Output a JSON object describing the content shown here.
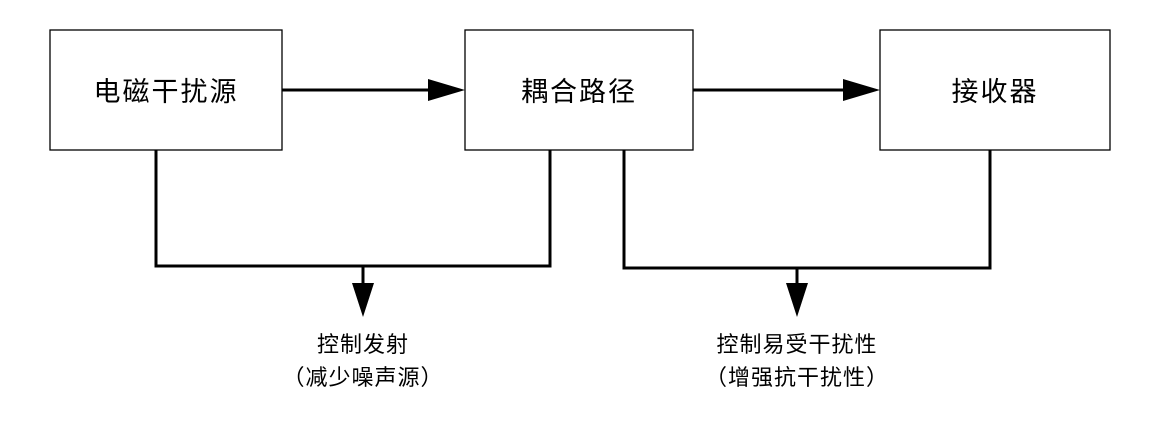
{
  "blocks": {
    "source": "电磁干扰源",
    "path": "耦合路径",
    "receiver": "接收器"
  },
  "measures": {
    "emission": {
      "line1": "控制发射",
      "line2": "（减少噪声源）"
    },
    "susceptibility": {
      "line1": "控制易受干扰性",
      "line2": "（增强抗干扰性）"
    }
  }
}
